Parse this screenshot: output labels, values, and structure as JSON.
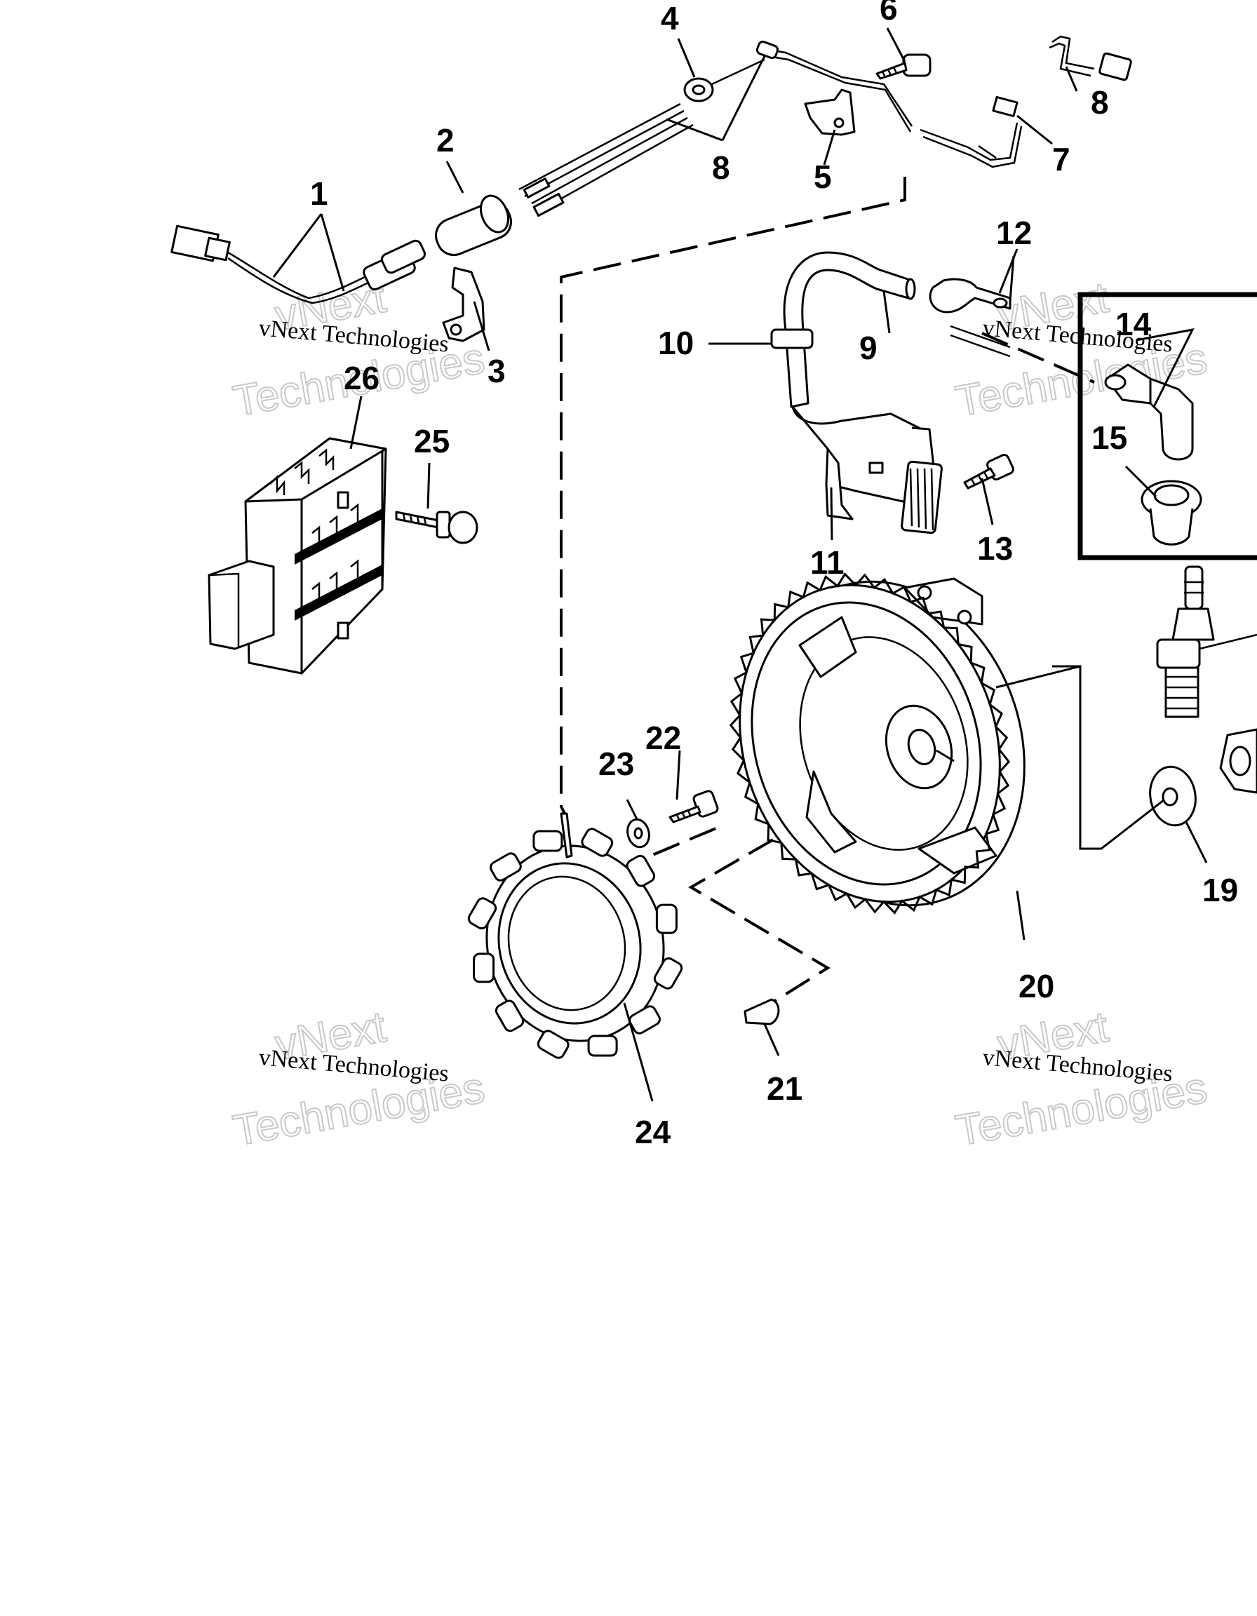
{
  "callouts": [
    "1",
    "2",
    "3",
    "4",
    "5",
    "6",
    "7",
    "8",
    "8",
    "9",
    "10",
    "11",
    "12",
    "13",
    "14",
    "15",
    "19",
    "20",
    "21",
    "22",
    "23",
    "24",
    "25",
    "26"
  ],
  "watermark": {
    "line1": "vNext",
    "line2": "vNext Technologies",
    "line3": "Technologies"
  },
  "colors": {
    "ink": "#000000",
    "background": "#ffffff",
    "watermark": "#c8c8c8"
  }
}
